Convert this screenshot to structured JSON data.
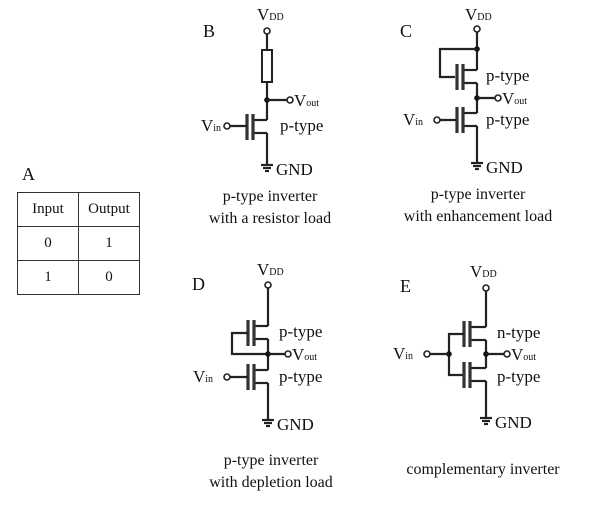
{
  "panel_a": {
    "label": "A",
    "headers": [
      "Input",
      "Output"
    ],
    "rows": [
      [
        "0",
        "1"
      ],
      [
        "1",
        "0"
      ]
    ]
  },
  "panels": {
    "B": {
      "label": "B",
      "caption_1": "p-type inverter",
      "caption_2": "with a resistor load",
      "transistor_bottom": "p-type"
    },
    "C": {
      "label": "C",
      "caption_1": "p-type inverter",
      "caption_2": "with enhancement load",
      "transistor_top": "p-type",
      "transistor_bottom": "p-type"
    },
    "D": {
      "label": "D",
      "caption_1": "p-type inverter",
      "caption_2": "with depletion load",
      "transistor_top": "p-type",
      "transistor_bottom": "p-type"
    },
    "E": {
      "label": "E",
      "caption_1": "complementary inverter",
      "transistor_top": "n-type",
      "transistor_bottom": "p-type"
    }
  },
  "nodes": {
    "vdd_main": "V",
    "vdd_sub": "DD",
    "vout_main": "V",
    "vout_sub": "out",
    "vin_main": "V",
    "vin_sub": "in",
    "gnd": "GND"
  }
}
